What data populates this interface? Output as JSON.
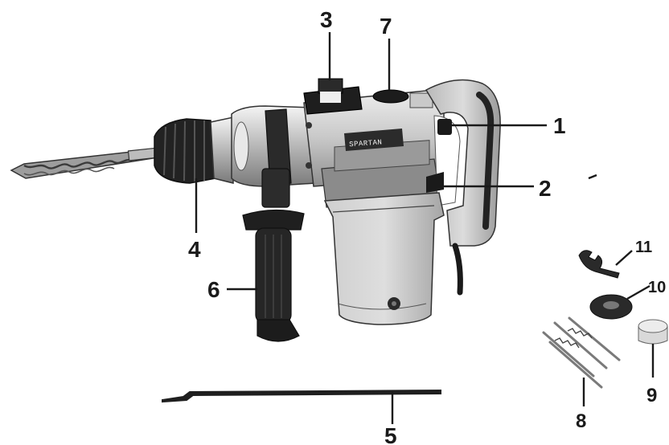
{
  "brand_label": "SPARTAN",
  "callouts": {
    "c1": "1",
    "c2": "2",
    "c3": "3",
    "c4": "4",
    "c5": "5",
    "c6": "6",
    "c7": "7",
    "c8": "8",
    "c9": "9",
    "c10": "10",
    "c11": "11"
  },
  "colors": {
    "body_light": "#d6d6d6",
    "body_mid": "#a8a8a8",
    "body_dark": "#3a3a3a",
    "rubber": "#1e1e1e",
    "line": "#1a1a1a"
  }
}
